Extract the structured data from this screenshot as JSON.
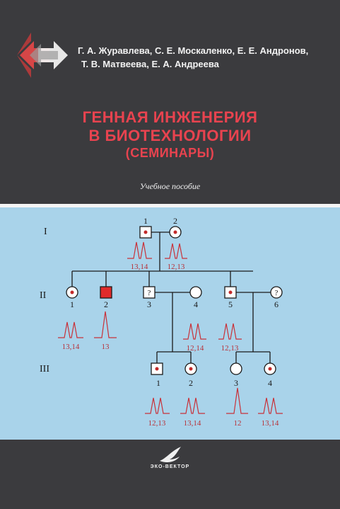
{
  "authors": {
    "line1": "Г. А. Журавлева, С. Е. Москаленко, Е. Е. Андронов,",
    "line2": "Т. В. Матвеева, Е. А. Андреева"
  },
  "title": {
    "line1": "ГЕННАЯ ИНЖЕНЕРИЯ",
    "line2": "В БИОТЕХНОЛОГИИ",
    "line3": "(СЕМИНАРЫ)"
  },
  "subtitle": "Учебное пособие",
  "publisher": "ЭКО-ВЕКТОР",
  "colors": {
    "background": "#3b3b3e",
    "title": "#e8434f",
    "panel": "#a9d3ea",
    "affected": "#e02b2b",
    "marker": "#c22a2a",
    "peak": "#c8323a"
  },
  "pedigree": {
    "generations": [
      "I",
      "II",
      "III"
    ],
    "gen1": {
      "numbers": [
        "1",
        "2"
      ],
      "labels": [
        "13,14",
        "12,13"
      ]
    },
    "gen2": {
      "numbers": [
        "1",
        "2",
        "3",
        "4",
        "5",
        "6"
      ],
      "labels": [
        "13,14",
        "13",
        "12,14",
        "12,13"
      ],
      "unknown_mark": "?"
    },
    "gen3": {
      "numbers": [
        "1",
        "2",
        "3",
        "4"
      ],
      "labels": [
        "12,13",
        "13,14",
        "12",
        "13,14"
      ]
    }
  }
}
